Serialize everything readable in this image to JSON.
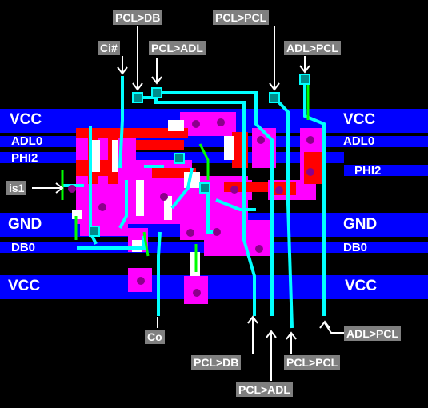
{
  "rails_left": {
    "vcc_top": "VCC",
    "adl0": "ADL0",
    "phi2": "PHI2",
    "gnd": "GND",
    "db0": "DB0",
    "vcc_bottom": "VCC"
  },
  "rails_right": {
    "vcc_top": "VCC",
    "adl0": "ADL0",
    "phi2": "PHI2",
    "gnd": "GND",
    "db0": "DB0",
    "vcc_bottom": "VCC"
  },
  "labels": {
    "pcl_db_top": "PCL>DB",
    "pcl_pcl_top": "PCL>PCL",
    "ci_n": "Ci#",
    "pcl_adl_top": "PCL>ADL",
    "adl_pcl_top": "ADL>PCL",
    "is1": "is1",
    "co": "Co",
    "pcl_db_bottom": "PCL>DB",
    "pcl_pcl_bottom": "PCL>PCL",
    "pcl_adl_bottom": "PCL>ADL",
    "adl_pcl_bottom": "ADL>PCL"
  },
  "colors": {
    "rail": "#0000ff",
    "diffusion": "#ff00ff",
    "poly": "#ff0000",
    "metal": "#00ffff",
    "via_green": "#00ff00",
    "contact": "#8b008b",
    "label_bg": "#7f7f7f"
  }
}
